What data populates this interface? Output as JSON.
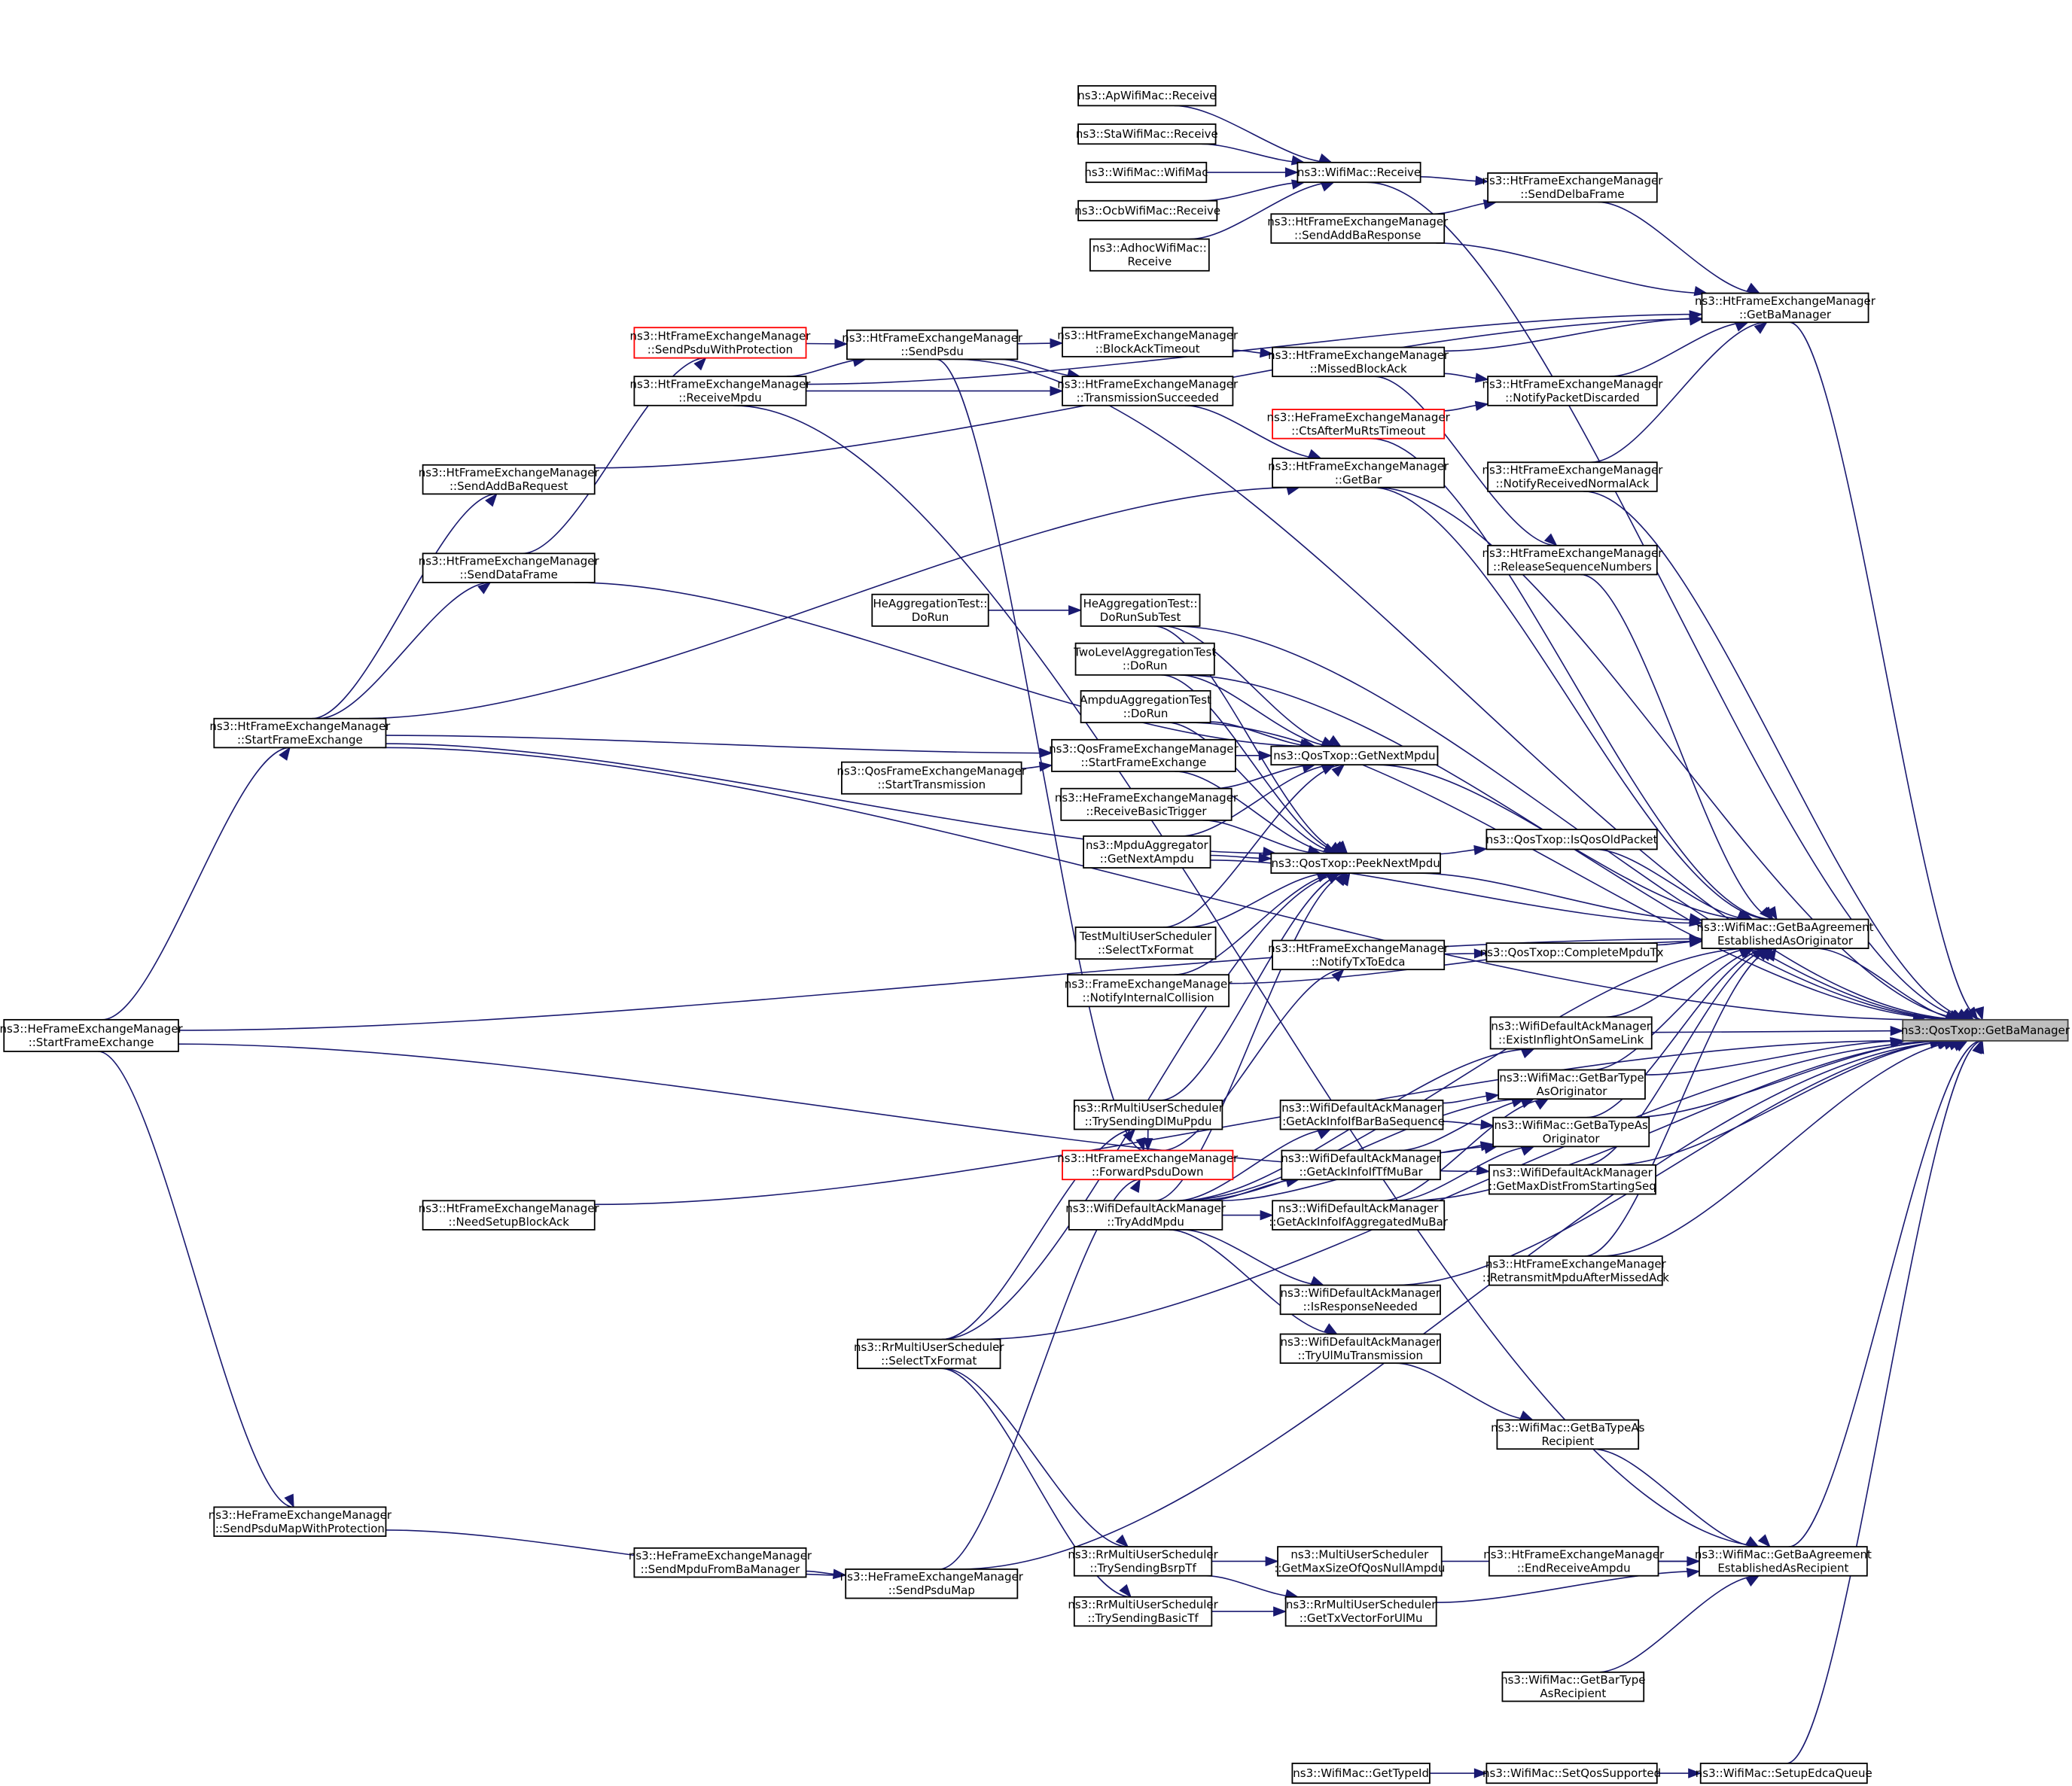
{
  "title": "Caller graph of ns3::QosTxop::GetBaManager",
  "colors": {
    "edge": "#191970",
    "root_fill": "#bfbfbf",
    "highlight_border": "#ff0000"
  },
  "root": "n1",
  "nodes": [
    {
      "id": "n1",
      "lines": [
        "ns3::QosTxop::GetBaManager"
      ],
      "style": "root"
    },
    {
      "id": "n2",
      "lines": [
        "ns3::HtFrameExchangeManager",
        "::GetBaManager"
      ]
    },
    {
      "id": "n3",
      "lines": [
        "ns3::WifiMac::Receive"
      ]
    },
    {
      "id": "n4",
      "lines": [
        "ns3::ApWifiMac::Receive"
      ]
    },
    {
      "id": "n5",
      "lines": [
        "ns3::StaWifiMac::Receive"
      ]
    },
    {
      "id": "n6",
      "lines": [
        "ns3::WifiMac::WifiMac"
      ]
    },
    {
      "id": "n7",
      "lines": [
        "ns3::OcbWifiMac::Receive"
      ]
    },
    {
      "id": "n8",
      "lines": [
        "ns3::AdhocWifiMac::",
        "Receive"
      ]
    },
    {
      "id": "n9",
      "lines": [
        "ns3::HtFrameExchangeManager",
        "::SendDelbaFrame"
      ]
    },
    {
      "id": "n10",
      "lines": [
        "ns3::HtFrameExchangeManager",
        "::SendAddBaResponse"
      ]
    },
    {
      "id": "n11",
      "lines": [
        "ns3::HtFrameExchangeManager",
        "::SendPsduWithProtection"
      ],
      "style": "red"
    },
    {
      "id": "n12",
      "lines": [
        "ns3::HtFrameExchangeManager",
        "::SendPsdu"
      ]
    },
    {
      "id": "n13",
      "lines": [
        "ns3::HtFrameExchangeManager",
        "::ReceiveMpdu"
      ]
    },
    {
      "id": "n14",
      "lines": [
        "ns3::HtFrameExchangeManager",
        "::BlockAckTimeout"
      ]
    },
    {
      "id": "n15",
      "lines": [
        "ns3::HtFrameExchangeManager",
        "::TransmissionSucceeded"
      ]
    },
    {
      "id": "n16",
      "lines": [
        "ns3::HtFrameExchangeManager",
        "::MissedBlockAck"
      ]
    },
    {
      "id": "n17",
      "lines": [
        "ns3::HtFrameExchangeManager",
        "::NotifyPacketDiscarded"
      ]
    },
    {
      "id": "n18",
      "lines": [
        "ns3::HeFrameExchangeManager",
        "::CtsAfterMuRtsTimeout"
      ],
      "style": "red"
    },
    {
      "id": "n19",
      "lines": [
        "ns3::HtFrameExchangeManager",
        "::GetBar"
      ]
    },
    {
      "id": "n20",
      "lines": [
        "ns3::HtFrameExchangeManager",
        "::NotifyReceivedNormalAck"
      ]
    },
    {
      "id": "n21",
      "lines": [
        "ns3::HtFrameExchangeManager",
        "::ReleaseSequenceNumbers"
      ]
    },
    {
      "id": "n22",
      "lines": [
        "ns3::HtFrameExchangeManager",
        "::SendAddBaRequest"
      ]
    },
    {
      "id": "n23",
      "lines": [
        "ns3::HtFrameExchangeManager",
        "::SendDataFrame"
      ]
    },
    {
      "id": "n24",
      "lines": [
        "ns3::HtFrameExchangeManager",
        "::StartFrameExchange"
      ]
    },
    {
      "id": "n25",
      "lines": [
        "ns3::HeFrameExchangeManager",
        "::StartFrameExchange"
      ]
    },
    {
      "id": "n26",
      "lines": [
        "HeAggregationTest::",
        "DoRun"
      ]
    },
    {
      "id": "n27",
      "lines": [
        "HeAggregationTest::",
        "DoRunSubTest"
      ]
    },
    {
      "id": "n28",
      "lines": [
        "TwoLevelAggregationTest",
        "::DoRun"
      ]
    },
    {
      "id": "n29",
      "lines": [
        "AmpduAggregationTest",
        "::DoRun"
      ]
    },
    {
      "id": "n30",
      "lines": [
        "ns3::QosFrameExchangeManager",
        "::StartFrameExchange"
      ]
    },
    {
      "id": "n31",
      "lines": [
        "ns3::QosFrameExchangeManager",
        "::StartTransmission"
      ]
    },
    {
      "id": "n32",
      "lines": [
        "ns3::QosTxop::GetNextMpdu"
      ]
    },
    {
      "id": "n33",
      "lines": [
        "ns3::HeFrameExchangeManager",
        "::ReceiveBasicTrigger"
      ]
    },
    {
      "id": "n34",
      "lines": [
        "ns3::MpduAggregator",
        "::GetNextAmpdu"
      ]
    },
    {
      "id": "n35",
      "lines": [
        "ns3::QosTxop::PeekNextMpdu"
      ]
    },
    {
      "id": "n36",
      "lines": [
        "ns3::QosTxop::IsQosOldPacket"
      ]
    },
    {
      "id": "n37",
      "lines": [
        "ns3::WifiMac::GetBaAgreement",
        "EstablishedAsOriginator"
      ]
    },
    {
      "id": "n38",
      "lines": [
        "TestMultiUserScheduler",
        "::SelectTxFormat"
      ]
    },
    {
      "id": "n39",
      "lines": [
        "ns3::HtFrameExchangeManager",
        "::NotifyTxToEdca"
      ]
    },
    {
      "id": "n40",
      "lines": [
        "ns3::QosTxop::CompleteMpduTx"
      ]
    },
    {
      "id": "n41",
      "lines": [
        "ns3::FrameExchangeManager",
        "::NotifyInternalCollision"
      ]
    },
    {
      "id": "n42",
      "lines": [
        "ns3::WifiDefaultAckManager",
        "::ExistInflightOnSameLink"
      ]
    },
    {
      "id": "n43",
      "lines": [
        "ns3::WifiMac::GetBarType",
        "AsOriginator"
      ]
    },
    {
      "id": "n44",
      "lines": [
        "ns3::RrMultiUserScheduler",
        "::TrySendingDlMuPpdu"
      ]
    },
    {
      "id": "n45",
      "lines": [
        "ns3::WifiDefaultAckManager",
        "::GetAckInfoIfBarBaSequence"
      ]
    },
    {
      "id": "n46",
      "lines": [
        "ns3::WifiMac::GetBaTypeAs",
        "Originator"
      ]
    },
    {
      "id": "n47",
      "lines": [
        "ns3::HtFrameExchangeManager",
        "::ForwardPsduDown"
      ],
      "style": "red"
    },
    {
      "id": "n48",
      "lines": [
        "ns3::WifiDefaultAckManager",
        "::GetAckInfoIfTfMuBar"
      ]
    },
    {
      "id": "n49",
      "lines": [
        "ns3::WifiDefaultAckManager",
        "::GetMaxDistFromStartingSeq"
      ]
    },
    {
      "id": "n50",
      "lines": [
        "ns3::WifiDefaultAckManager",
        "::TryAddMpdu"
      ]
    },
    {
      "id": "n51",
      "lines": [
        "ns3::WifiDefaultAckManager",
        "::GetAckInfoIfAggregatedMuBar"
      ]
    },
    {
      "id": "n52",
      "lines": [
        "ns3::HtFrameExchangeManager",
        "::RetransmitMpduAfterMissedAck"
      ]
    },
    {
      "id": "n53",
      "lines": [
        "ns3::WifiDefaultAckManager",
        "::IsResponseNeeded"
      ]
    },
    {
      "id": "n54",
      "lines": [
        "ns3::WifiDefaultAckManager",
        "::TryUlMuTransmission"
      ]
    },
    {
      "id": "n55",
      "lines": [
        "ns3::HtFrameExchangeManager",
        "::NeedSetupBlockAck"
      ]
    },
    {
      "id": "n56",
      "lines": [
        "ns3::RrMultiUserScheduler",
        "::SelectTxFormat"
      ]
    },
    {
      "id": "n57",
      "lines": [
        "ns3::WifiMac::GetBaTypeAs",
        "Recipient"
      ]
    },
    {
      "id": "n58",
      "lines": [
        "ns3::HeFrameExchangeManager",
        "::SendPsduMapWithProtection"
      ]
    },
    {
      "id": "n59",
      "lines": [
        "ns3::HeFrameExchangeManager",
        "::SendMpduFromBaManager"
      ]
    },
    {
      "id": "n60",
      "lines": [
        "ns3::HeFrameExchangeManager",
        "::SendPsduMap"
      ]
    },
    {
      "id": "n61",
      "lines": [
        "ns3::RrMultiUserScheduler",
        "::TrySendingBsrpTf"
      ]
    },
    {
      "id": "n62",
      "lines": [
        "ns3::MultiUserScheduler",
        "::GetMaxSizeOfQosNullAmpdu"
      ]
    },
    {
      "id": "n63",
      "lines": [
        "ns3::HtFrameExchangeManager",
        "::EndReceiveAmpdu"
      ]
    },
    {
      "id": "n64",
      "lines": [
        "ns3::WifiMac::GetBaAgreement",
        "EstablishedAsRecipient"
      ]
    },
    {
      "id": "n65",
      "lines": [
        "ns3::RrMultiUserScheduler",
        "::TrySendingBasicTf"
      ]
    },
    {
      "id": "n66",
      "lines": [
        "ns3::RrMultiUserScheduler",
        "::GetTxVectorForUlMu"
      ]
    },
    {
      "id": "n67",
      "lines": [
        "ns3::WifiMac::GetBarType",
        "AsRecipient"
      ]
    },
    {
      "id": "n68",
      "lines": [
        "ns3::WifiMac::GetTypeId"
      ]
    },
    {
      "id": "n69",
      "lines": [
        "ns3::WifiMac::SetQosSupported"
      ]
    },
    {
      "id": "n70",
      "lines": [
        "ns3::WifiMac::SetupEdcaQueue"
      ]
    }
  ],
  "edges": [
    [
      "n2",
      "n1"
    ],
    [
      "n3",
      "n1"
    ],
    [
      "n12",
      "n1"
    ],
    [
      "n19",
      "n1"
    ],
    [
      "n20",
      "n1"
    ],
    [
      "n27",
      "n1"
    ],
    [
      "n28",
      "n1"
    ],
    [
      "n29",
      "n1"
    ],
    [
      "n37",
      "n1"
    ],
    [
      "n64",
      "n1"
    ],
    [
      "n70",
      "n1"
    ],
    [
      "n42",
      "n1"
    ],
    [
      "n43",
      "n1"
    ],
    [
      "n46",
      "n1"
    ],
    [
      "n49",
      "n1"
    ],
    [
      "n52",
      "n1"
    ],
    [
      "n24",
      "n1"
    ],
    [
      "n55",
      "n1"
    ],
    [
      "n60",
      "n1"
    ],
    [
      "n56",
      "n1"
    ],
    [
      "n53",
      "n1"
    ],
    [
      "n51",
      "n1"
    ],
    [
      "n4",
      "n3"
    ],
    [
      "n5",
      "n3"
    ],
    [
      "n6",
      "n3"
    ],
    [
      "n7",
      "n3"
    ],
    [
      "n8",
      "n3"
    ],
    [
      "n3",
      "n9"
    ],
    [
      "n10",
      "n9"
    ],
    [
      "n9",
      "n2"
    ],
    [
      "n10",
      "n2"
    ],
    [
      "n13",
      "n2"
    ],
    [
      "n16",
      "n2"
    ],
    [
      "n17",
      "n2"
    ],
    [
      "n20",
      "n2"
    ],
    [
      "n22",
      "n2"
    ],
    [
      "n11",
      "n12"
    ],
    [
      "n13",
      "n12"
    ],
    [
      "n12",
      "n14"
    ],
    [
      "n12",
      "n15"
    ],
    [
      "n13",
      "n15"
    ],
    [
      "n14",
      "n16"
    ],
    [
      "n16",
      "n17"
    ],
    [
      "n18",
      "n17"
    ],
    [
      "n15",
      "n19"
    ],
    [
      "n24",
      "n19"
    ],
    [
      "n16",
      "n21"
    ],
    [
      "n24",
      "n22"
    ],
    [
      "n24",
      "n23"
    ],
    [
      "n23",
      "n11"
    ],
    [
      "n25",
      "n24"
    ],
    [
      "n26",
      "n27"
    ],
    [
      "n27",
      "n32"
    ],
    [
      "n28",
      "n32"
    ],
    [
      "n29",
      "n32"
    ],
    [
      "n30",
      "n32"
    ],
    [
      "n33",
      "n32"
    ],
    [
      "n34",
      "n32"
    ],
    [
      "n38",
      "n32"
    ],
    [
      "n23",
      "n32"
    ],
    [
      "n24",
      "n30"
    ],
    [
      "n31",
      "n30"
    ],
    [
      "n27",
      "n35"
    ],
    [
      "n28",
      "n35"
    ],
    [
      "n29",
      "n35"
    ],
    [
      "n30",
      "n35"
    ],
    [
      "n33",
      "n35"
    ],
    [
      "n34",
      "n35"
    ],
    [
      "n38",
      "n35"
    ],
    [
      "n24",
      "n35"
    ],
    [
      "n50",
      "n35"
    ],
    [
      "n41",
      "n35"
    ],
    [
      "n44",
      "n35"
    ],
    [
      "n56",
      "n35"
    ],
    [
      "n35",
      "n36"
    ],
    [
      "n36",
      "n37"
    ],
    [
      "n35",
      "n37"
    ],
    [
      "n32",
      "n37"
    ],
    [
      "n34",
      "n37"
    ],
    [
      "n39",
      "n40"
    ],
    [
      "n40",
      "n37"
    ],
    [
      "n47",
      "n39"
    ],
    [
      "n19",
      "n37"
    ],
    [
      "n21",
      "n37"
    ],
    [
      "n18",
      "n37"
    ],
    [
      "n42",
      "n37"
    ],
    [
      "n43",
      "n37"
    ],
    [
      "n46",
      "n37"
    ],
    [
      "n49",
      "n37"
    ],
    [
      "n52",
      "n37"
    ],
    [
      "n25",
      "n37"
    ],
    [
      "n41",
      "n37"
    ],
    [
      "n50",
      "n37"
    ],
    [
      "n50",
      "n42"
    ],
    [
      "n45",
      "n43"
    ],
    [
      "n48",
      "n43"
    ],
    [
      "n51",
      "n43"
    ],
    [
      "n50",
      "n43"
    ],
    [
      "n45",
      "n46"
    ],
    [
      "n48",
      "n46"
    ],
    [
      "n51",
      "n46"
    ],
    [
      "n50",
      "n46"
    ],
    [
      "n50",
      "n45"
    ],
    [
      "n50",
      "n48"
    ],
    [
      "n50",
      "n51"
    ],
    [
      "n50",
      "n53"
    ],
    [
      "n50",
      "n54"
    ],
    [
      "n25",
      "n49"
    ],
    [
      "n56",
      "n44"
    ],
    [
      "n44",
      "n47"
    ],
    [
      "n12",
      "n47"
    ],
    [
      "n60",
      "n47"
    ],
    [
      "n25",
      "n58"
    ],
    [
      "n58",
      "n60"
    ],
    [
      "n59",
      "n60"
    ],
    [
      "n56",
      "n61"
    ],
    [
      "n56",
      "n65"
    ],
    [
      "n61",
      "n62"
    ],
    [
      "n61",
      "n66"
    ],
    [
      "n65",
      "n66"
    ],
    [
      "n13",
      "n64"
    ],
    [
      "n62",
      "n64"
    ],
    [
      "n66",
      "n64"
    ],
    [
      "n63",
      "n64"
    ],
    [
      "n57",
      "n64"
    ],
    [
      "n67",
      "n64"
    ],
    [
      "n54",
      "n57"
    ],
    [
      "n68",
      "n69"
    ],
    [
      "n69",
      "n70"
    ]
  ]
}
